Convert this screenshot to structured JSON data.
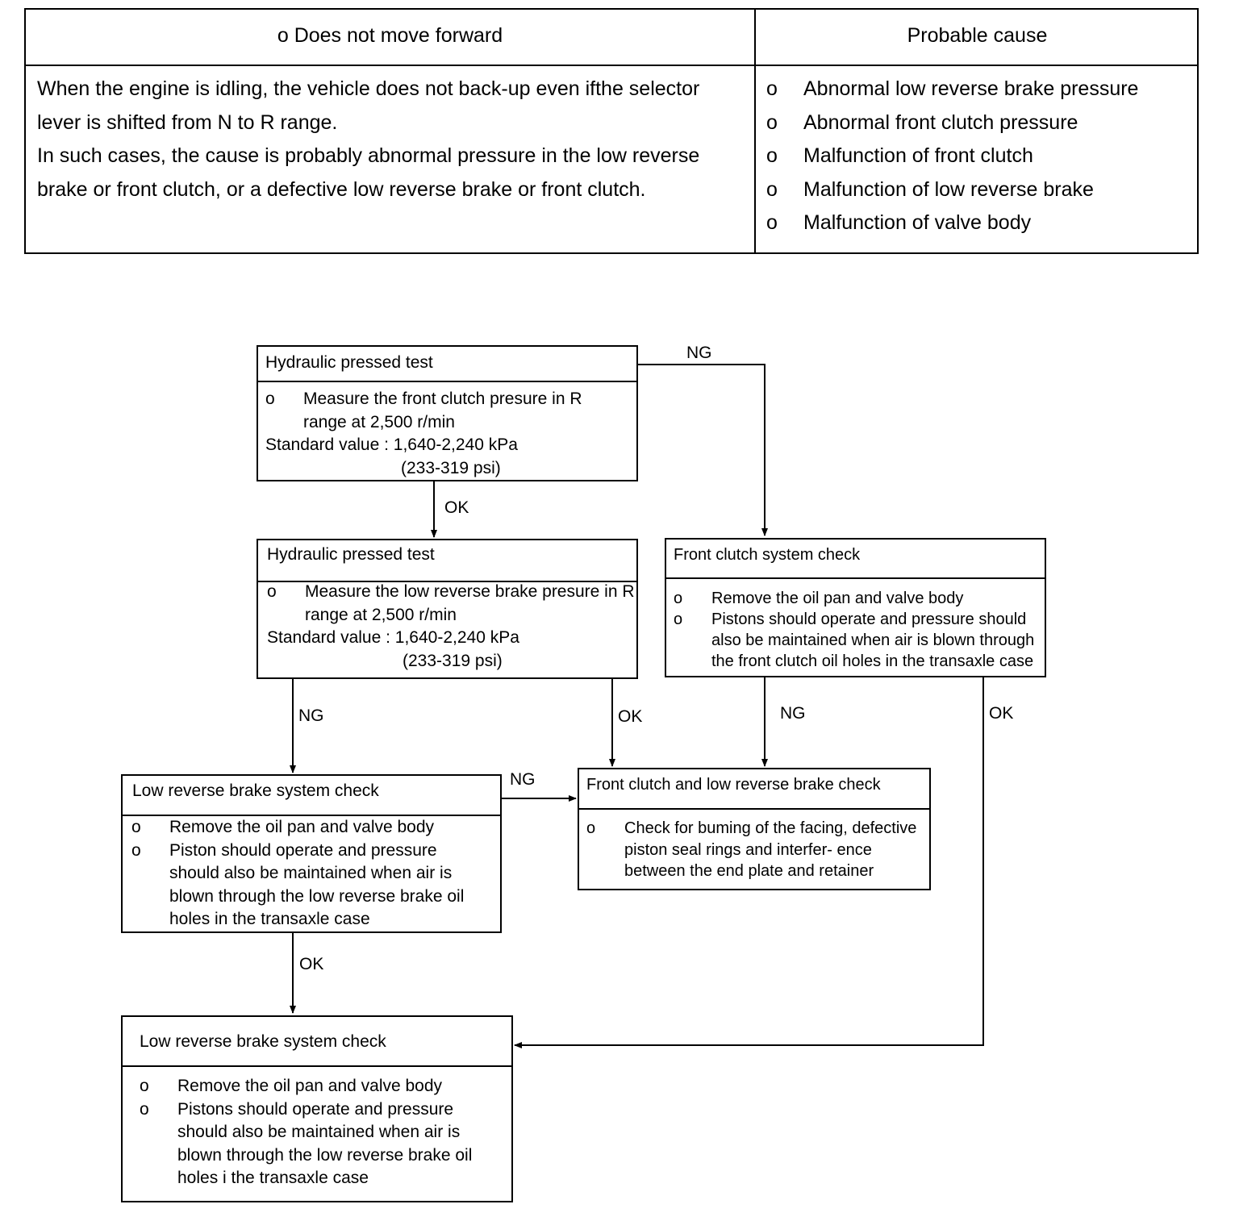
{
  "table": {
    "symptom_header": "o Does not move forward",
    "cause_header": "Probable cause",
    "description": [
      "When the engine is idling, the vehicle does not back-up even ifthe selector",
      "lever is shifted from N to R range.",
      "In such cases, the cause is probably abnormal pressure in the low reverse",
      "brake or front clutch, or a defective low reverse brake or front clutch."
    ],
    "bullet": "o",
    "causes": [
      "Abnormal low reverse brake pressure",
      "Abnormal front clutch pressure",
      "Malfunction of front clutch",
      "Malfunction of low reverse brake",
      "Malfunction of valve body"
    ]
  },
  "flow": {
    "bullet": "o",
    "box1": {
      "title": "Hydraulic pressed test",
      "item": "Measure the front clutch presure in R range at 2,500 r/min",
      "std": "Standard value : 1,640-2,240 kPa",
      "std_sub": "(233-319 psi)"
    },
    "box2": {
      "title": "Hydraulic pressed test",
      "item": "Measure the low reverse brake presure in R range at 2,500 r/min",
      "std": "Standard value : 1,640-2,240 kPa",
      "std_sub": "(233-319 psi)"
    },
    "box3": {
      "title": "Front clutch system check",
      "items": [
        "Remove the oil pan and valve body",
        "Pistons should operate and pressure should also be maintained when air is blown through the front clutch oil holes in the transaxle case"
      ]
    },
    "box4": {
      "title": "Low reverse brake system check",
      "items": [
        "Remove the oil pan and valve body",
        "Piston should operate and pressure should also be maintained when air is blown through the low reverse brake oil holes in the transaxle case"
      ]
    },
    "box5": {
      "title": "Front clutch and low reverse brake check",
      "items": [
        "Check for buming of the facing, defective piston seal rings and interfer- ence between the end plate and retainer"
      ]
    },
    "box6": {
      "title": "Low reverse brake system check",
      "items": [
        "Remove the oil pan and valve body",
        "Pistons should operate and pressure should also be maintained when air is blown through the low reverse brake oil holes i the transaxle case"
      ]
    },
    "labels": {
      "b1_ng": "NG",
      "b1_ok": "OK",
      "b2_ng": "NG",
      "b2_ok": "OK",
      "b3_ng": "NG",
      "b3_ok": "OK",
      "b4_ng": "NG",
      "b4_ok": "OK"
    }
  }
}
